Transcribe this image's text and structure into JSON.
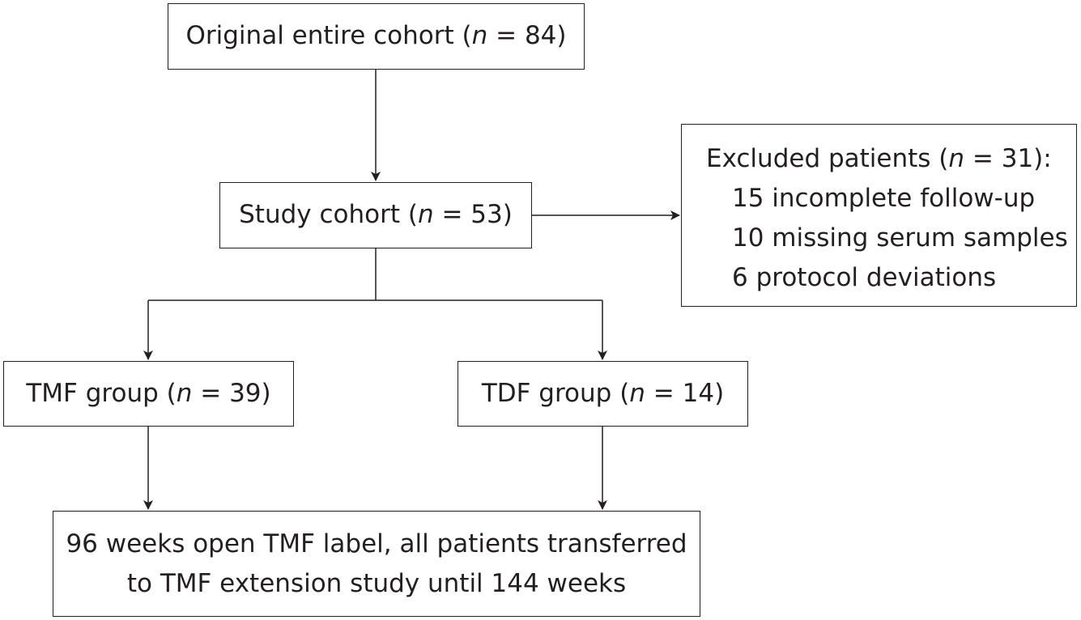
{
  "nodes": {
    "original": {
      "prefix": "Original entire cohort (",
      "n_symbol": "n",
      "suffix": " = 84)"
    },
    "study": {
      "prefix": "Study cohort (",
      "n_symbol": "n",
      "suffix": " = 53)"
    },
    "excluded": {
      "prefix": "Excluded patients (",
      "n_symbol": "n",
      "suffix": " = 31):",
      "items": [
        "15 incomplete follow-up",
        "10 missing serum samples",
        "6 protocol deviations"
      ]
    },
    "tmf": {
      "prefix": "TMF group (",
      "n_symbol": "n",
      "suffix": " = 39)"
    },
    "tdf": {
      "prefix": "TDF group (",
      "n_symbol": "n",
      "suffix": " = 14)"
    },
    "final": {
      "lines": [
        "96 weeks open TMF label, all patients transferred",
        "to TMF extension study until 144 weeks"
      ]
    }
  },
  "colors": {
    "stroke": "#231f20",
    "background": "#ffffff"
  }
}
